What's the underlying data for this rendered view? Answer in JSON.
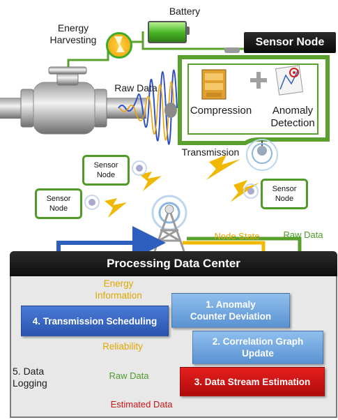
{
  "sensor_node": {
    "title": "Sensor Node",
    "compression": "Compression",
    "anomaly_line1": "Anomaly",
    "anomaly_line2": "Detection"
  },
  "top": {
    "battery": "Battery",
    "energy_line1": "Energy",
    "energy_line2": "Harvesting",
    "raw_data": "Raw Data",
    "transmission": "Transmission"
  },
  "small_nodes": [
    {
      "line1": "Sensor",
      "line2": "Node"
    },
    {
      "line1": "Sensor",
      "line2": "Node"
    },
    {
      "line1": "Sensor",
      "line2": "Node"
    }
  ],
  "flows": {
    "node_state": "Node State",
    "raw_data_right": "Raw Data",
    "energy_info_line1": "Energy",
    "energy_info_line2": "Information",
    "reliability": "Reliability",
    "raw_data_bottom": "Raw Data",
    "estimated_data": "Estimated Data"
  },
  "center": {
    "title": "Processing Data Center",
    "box1_line1": "1. Anomaly",
    "box1_line2": "Counter Deviation",
    "box2_line1": "2. Correlation Graph",
    "box2_line2": "Update",
    "box3": "3. Data Stream Estimation",
    "box4": "4. Transmission Scheduling",
    "logging_line1": "5. Data",
    "logging_line2": "Logging"
  },
  "colors": {
    "green": "#5aa02c",
    "yellow": "#f0b800",
    "blue": "#2e5fbf",
    "red": "#c81414",
    "light_blue": "#6a9fd8"
  },
  "icons": [
    "valve-icon",
    "battery-icon",
    "energy-harvesting-icon",
    "compression-icon",
    "anomaly-detection-icon",
    "antenna-tower-icon",
    "database-icon",
    "lightning-icon"
  ]
}
